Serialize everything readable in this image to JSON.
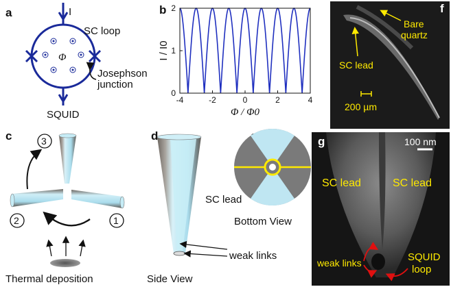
{
  "panels": {
    "a": {
      "label": "a",
      "current": "I",
      "flux": "Φ",
      "loop_label": "SC loop",
      "junction_label_1": "Josephson",
      "junction_label_2": "junction",
      "device_label": "SQUID"
    },
    "b": {
      "label": "b"
    },
    "c": {
      "label": "c",
      "step1": "1",
      "step2": "2",
      "step3": "3",
      "caption": "Thermal deposition"
    },
    "d": {
      "label": "d",
      "lead_label": "SC lead",
      "weak_links": "weak links",
      "caption": "Side View"
    },
    "e": {
      "label": "e",
      "caption": "Bottom View"
    },
    "f": {
      "label": "f",
      "bare_1": "Bare",
      "bare_2": "quartz",
      "lead_label": "SC lead",
      "scale": "200 µm"
    },
    "g": {
      "label": "g",
      "scale": "100 nm",
      "lead_left": "SC lead",
      "lead_right": "SC lead",
      "weak_links": "weak links",
      "squid_1": "SQUID",
      "squid_2": "loop"
    }
  },
  "chart_data": {
    "type": "line",
    "function": "I/I0 = 2|cos(pi * Phi/Phi0)|",
    "x": [
      -4,
      -3.5,
      -3,
      -2.5,
      -2,
      -1.5,
      -1,
      -0.5,
      0,
      0.5,
      1,
      1.5,
      2,
      2.5,
      3,
      3.5,
      4
    ],
    "y": [
      2,
      0,
      2,
      0,
      2,
      0,
      2,
      0,
      2,
      0,
      2,
      0,
      2,
      0,
      2,
      0,
      2
    ],
    "xlim": [
      -4,
      4
    ],
    "ylim": [
      0,
      2
    ],
    "xticks": [
      "-4",
      "-2",
      "0",
      "2",
      "4"
    ],
    "yticks": [
      "0",
      "1",
      "2"
    ],
    "xlabel": "Φ / Φ0",
    "ylabel": "I / I0",
    "color": "#1f2fbf"
  },
  "colors": {
    "loop": "#1a2a9a",
    "sem_bg": "#151515",
    "annotation": "#ffea00",
    "arrow_red": "#e01010",
    "tip_blue": "#bfe6f2",
    "tip_grey": "#8a8580"
  }
}
